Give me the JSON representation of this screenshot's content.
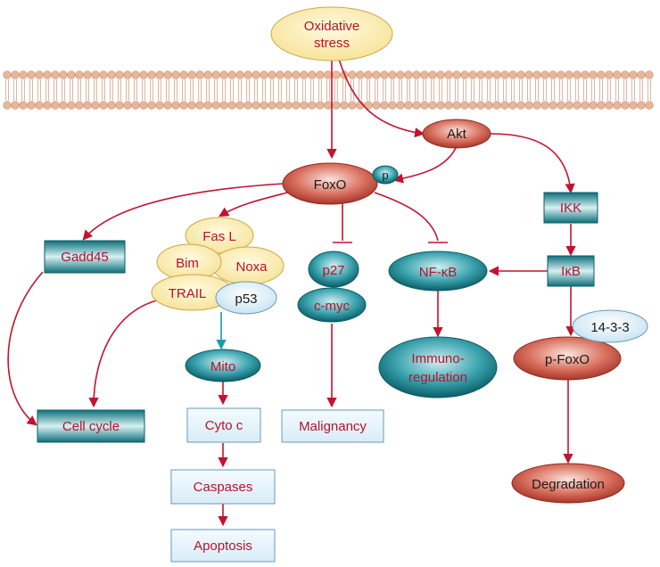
{
  "colors": {
    "arrow": "#c4122f",
    "teal_arrow": "#1a9aa8",
    "red_text": "#b5132a",
    "membrane_lipid": "#e8b79a"
  },
  "nodes": {
    "oxidative_stress": [
      "Oxidative",
      "stress"
    ],
    "akt": "Akt",
    "foxo": "FoxO",
    "p": "p",
    "ikk": "IKK",
    "ikb": "IκB",
    "gadd45": "Gadd45",
    "fasl": "Fas L",
    "bim": "Bim",
    "noxa": "Noxa",
    "trail": "TRAIL",
    "p53": "p53",
    "p27": "p27",
    "cmyc": "c-myc",
    "nfkb": "NF-κB",
    "immuno": [
      "Immuno-",
      "regulation"
    ],
    "protein_1433": "14-3-3",
    "pfoxo": "p-FoxO",
    "mito": "Mito",
    "cell_cycle": "Cell cycle",
    "cyto_c": "Cyto c",
    "malignancy": "Malignancy",
    "caspases": "Caspases",
    "apoptosis": "Apoptosis",
    "degradation": "Degradation"
  }
}
